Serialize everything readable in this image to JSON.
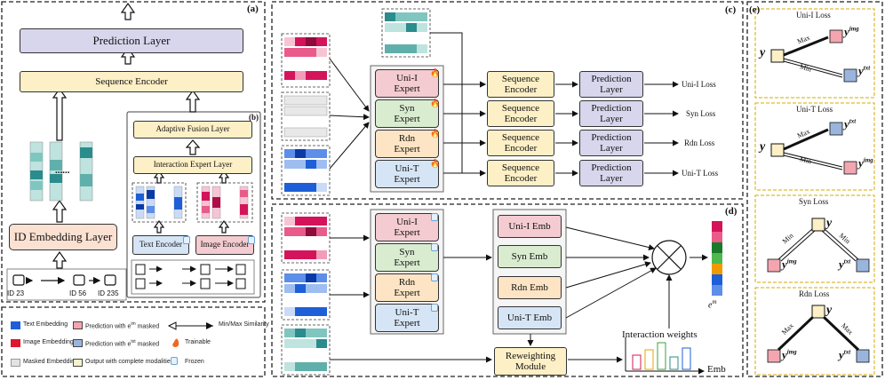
{
  "panel_labels": {
    "a": "(a)",
    "b": "(b)",
    "c": "(c)",
    "d": "(d)",
    "e": "(e)"
  },
  "panel_a": {
    "prediction_layer": "Prediction Layer",
    "sequence_encoder": "Sequence Encoder",
    "id_embedding_layer": "ID Embedding Layer",
    "ellipsis": "......",
    "item_ids": [
      "ID 23",
      "ID 56",
      "ID 235"
    ]
  },
  "panel_b": {
    "adaptive_fusion": "Adaptive Fusion Layer",
    "interaction_expert": "Interaction Expert Layer",
    "text_encoder": "Text Encoder",
    "image_encoder": "Image Encoder"
  },
  "panel_c": {
    "experts": [
      "Uni-I\nExpert",
      "Syn\nExpert",
      "Rdn\nExpert",
      "Uni-T\nExpert"
    ],
    "sequence_encoder": "Sequence\nEncoder",
    "prediction_layer": "Prediction\nLayer",
    "losses": [
      "Uni-I Loss",
      "Syn Loss",
      "Rdn Loss",
      "Uni-T Loss"
    ]
  },
  "panel_d": {
    "experts": [
      "Uni-I\nExpert",
      "Syn\nExpert",
      "Rdn\nExpert",
      "Uni-T\nExpert"
    ],
    "embs": [
      "Uni-I Emb",
      "Syn Emb",
      "Rdn Emb",
      "Uni-T Emb"
    ],
    "reweighting": "Reweighting\nModule",
    "interaction_weights": "Interaction weights",
    "emb_axis": "Emb",
    "output_label": "e",
    "output_sup": "m"
  },
  "panel_e": {
    "titles": [
      "Uni-I Loss",
      "Uni-T Loss",
      "Syn Loss",
      "Rdn Loss"
    ],
    "max": "Max",
    "min": "Min",
    "y": "y",
    "sup_img": "img",
    "sup_txt": "txt"
  },
  "legend": {
    "text_embedding": "Text Embedding",
    "image_embedding": "Image Embedding",
    "masked_embedding": "Masked Embedding",
    "pred_em_masked_pre": "Prediction with e",
    "pred_em_masked_sup": "im",
    "pred_em_masked_post": " masked",
    "pred_tm_masked_sup": "txt",
    "output_complete": "Output with complete modalities",
    "minmax": "Min/Max Similarity",
    "trainable": "Trainable",
    "frozen": "Frozen"
  },
  "colors": {
    "purple": "#d8d6ec",
    "yellow": "#fdf0c6",
    "peach": "#fbe1d2",
    "red_box": "#f3cbd0",
    "green_box": "#d9ecd0",
    "orange_box": "#fde4c4",
    "blue_box": "#d6e5f5",
    "teal": "#2a8c8c",
    "magenta": "#d4145a",
    "blue": "#1e5fd8"
  }
}
